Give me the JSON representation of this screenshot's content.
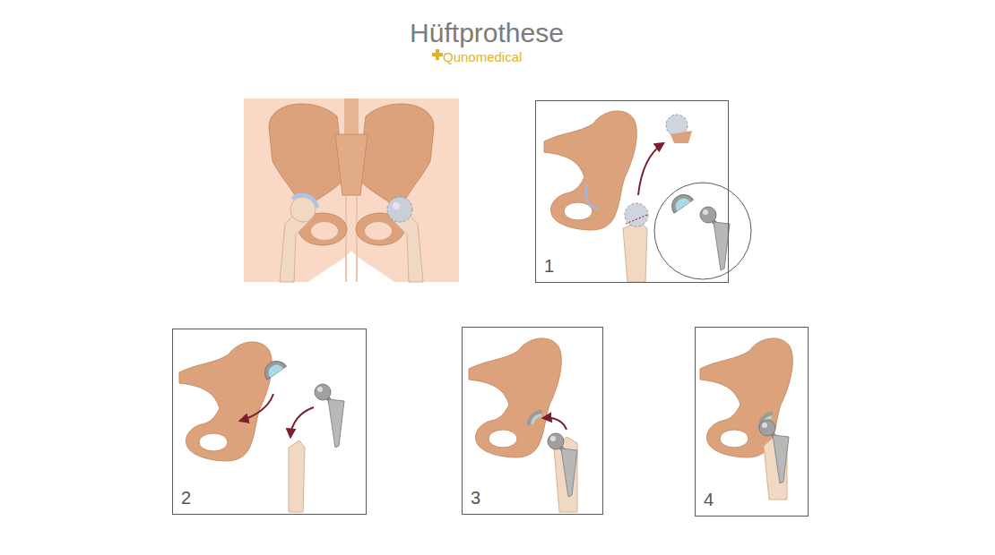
{
  "diagram": {
    "title": "Hüftprothese",
    "nodes": [
      {
        "text": [
          "1"
        ]
      },
      {
        "text": [
          "2"
        ]
      },
      {
        "text": [
          "3"
        ]
      },
      {
        "text": [
          "4"
        ]
      }
    ],
    "labels": [
      "Qunomedical"
    ]
  }
}
